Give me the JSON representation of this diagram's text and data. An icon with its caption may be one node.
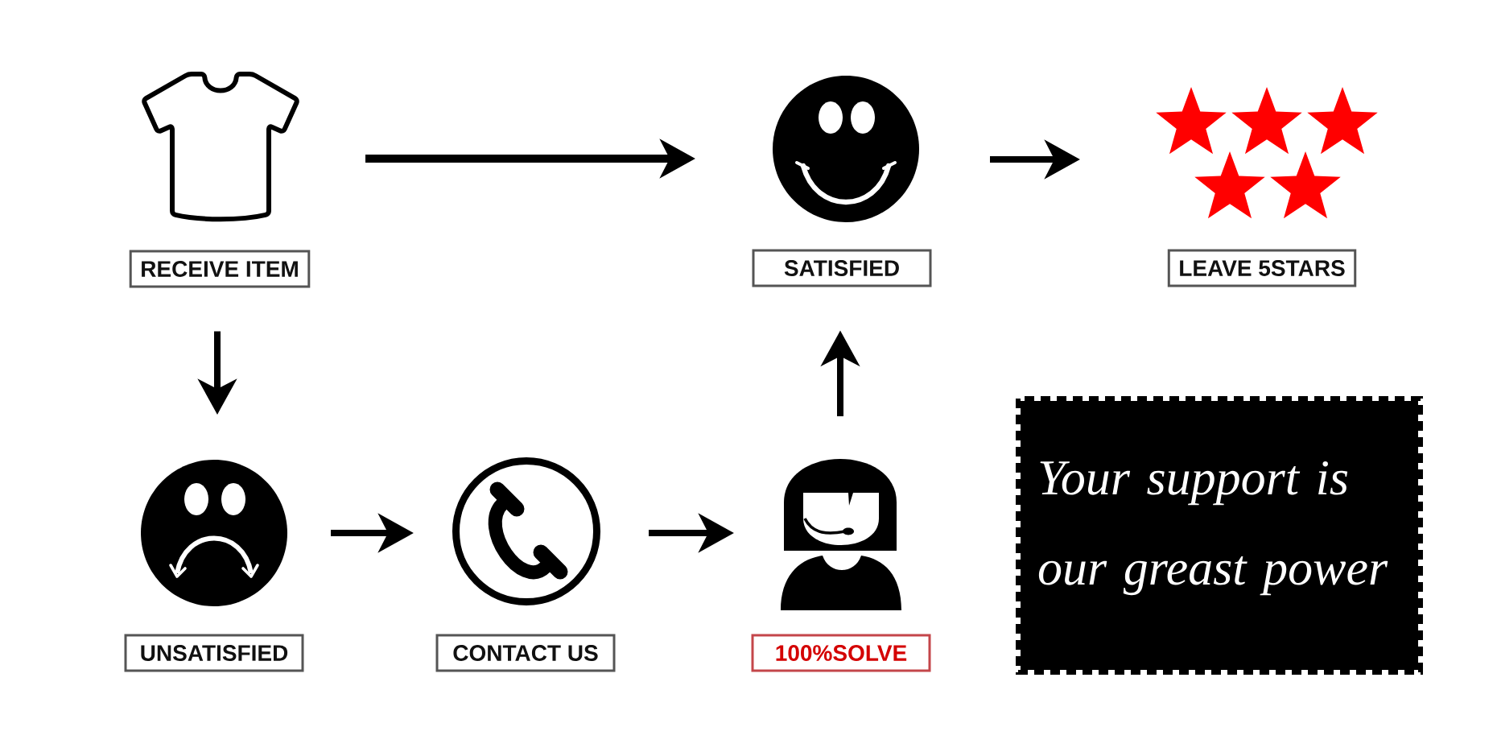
{
  "diagram": {
    "nodes": [
      {
        "text": [],
        "shape": "picture"
      },
      {
        "text": [
          "RECEIVE ITEM"
        ]
      },
      {
        "text": [],
        "shape": "circle"
      },
      {
        "text": [
          "SATISFIED"
        ]
      },
      {
        "text": [],
        "shape": "picture"
      },
      {
        "text": [
          "LEAVE 5STARS"
        ]
      },
      {
        "text": [],
        "shape": "circle"
      },
      {
        "text": [
          "UNSATISFIED"
        ]
      },
      {
        "text": [],
        "shape": "circle"
      },
      {
        "text": [
          "CONTACT US"
        ]
      },
      {
        "text": [],
        "shape": "person"
      },
      {
        "text": [
          "100%SOLVE"
        ]
      },
      {
        "text": [
          "Your support is our greast power"
        ]
      }
    ],
    "edges": [
      {
        "from": 0,
        "to": 2,
        "arrow": "to"
      },
      {
        "from": 2,
        "to": 4,
        "arrow": "to"
      },
      {
        "from": 1,
        "to": 6,
        "arrow": "to"
      },
      {
        "from": 6,
        "to": 8,
        "arrow": "to"
      },
      {
        "from": 8,
        "to": 10,
        "arrow": "to"
      },
      {
        "from": 10,
        "to": 3,
        "arrow": "to"
      }
    ]
  }
}
